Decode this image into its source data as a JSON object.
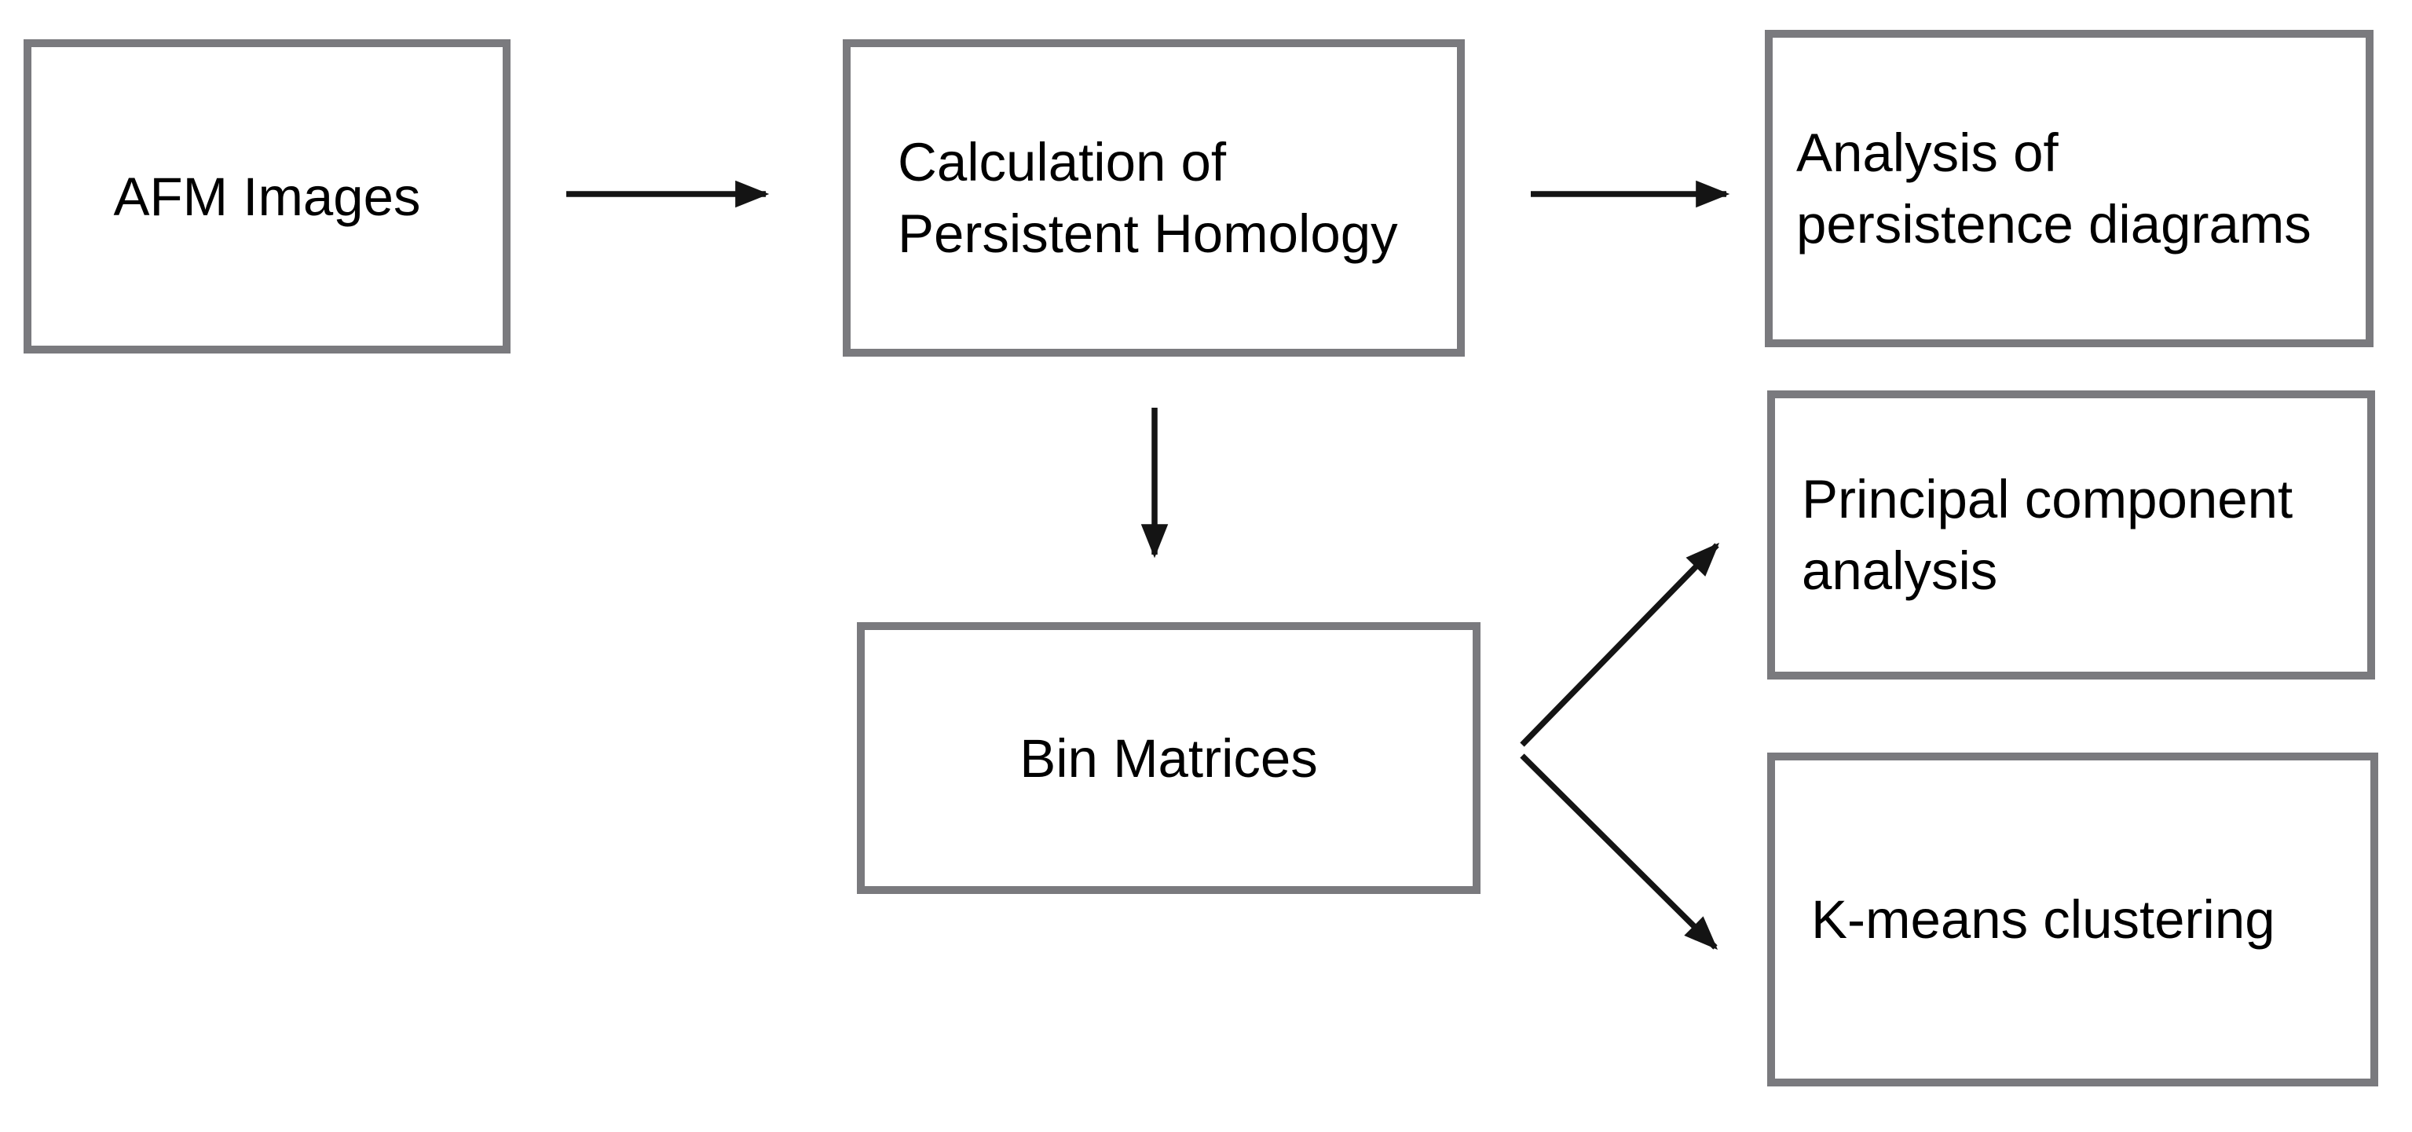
{
  "diagram": {
    "title": "Flowchart of persistent-homology analysis of AFM images",
    "colors": {
      "background": "#ffffff",
      "box_border": "#7a7a7e",
      "box_fill": "#ffffff",
      "text": "#000000",
      "arrow": "#141414"
    },
    "nodes": {
      "afm": {
        "label": "AFM Images",
        "lines": {
          "0": "AFM Images"
        }
      },
      "calc": {
        "label": "Calculation of Persistent Homology",
        "lines": {
          "0": "Calculation of",
          "1": "Persistent Homology"
        }
      },
      "analysis": {
        "label": "Analysis of persistence diagrams",
        "lines": {
          "0": "Analysis of",
          "1": "persistence diagrams"
        }
      },
      "bin": {
        "label": "Bin Matrices",
        "lines": {
          "0": "Bin Matrices"
        }
      },
      "pca": {
        "label": "Principal component analysis",
        "lines": {
          "0": "Principal component",
          "1": "analysis"
        }
      },
      "kmeans": {
        "label": "K-means clustering",
        "lines": {
          "0": "K-means clustering"
        }
      }
    },
    "arrows": [
      {
        "from": "AFM Images",
        "to": "Calculation of Persistent Homology",
        "direction": "right"
      },
      {
        "from": "Calculation of Persistent Homology",
        "to": "Analysis of persistence diagrams",
        "direction": "right"
      },
      {
        "from": "Calculation of Persistent Homology",
        "to": "Bin Matrices",
        "direction": "down"
      },
      {
        "from": "Bin Matrices",
        "to": "Principal component analysis",
        "direction": "up-right"
      },
      {
        "from": "Bin Matrices",
        "to": "K-means clustering",
        "direction": "down-right"
      }
    ]
  }
}
